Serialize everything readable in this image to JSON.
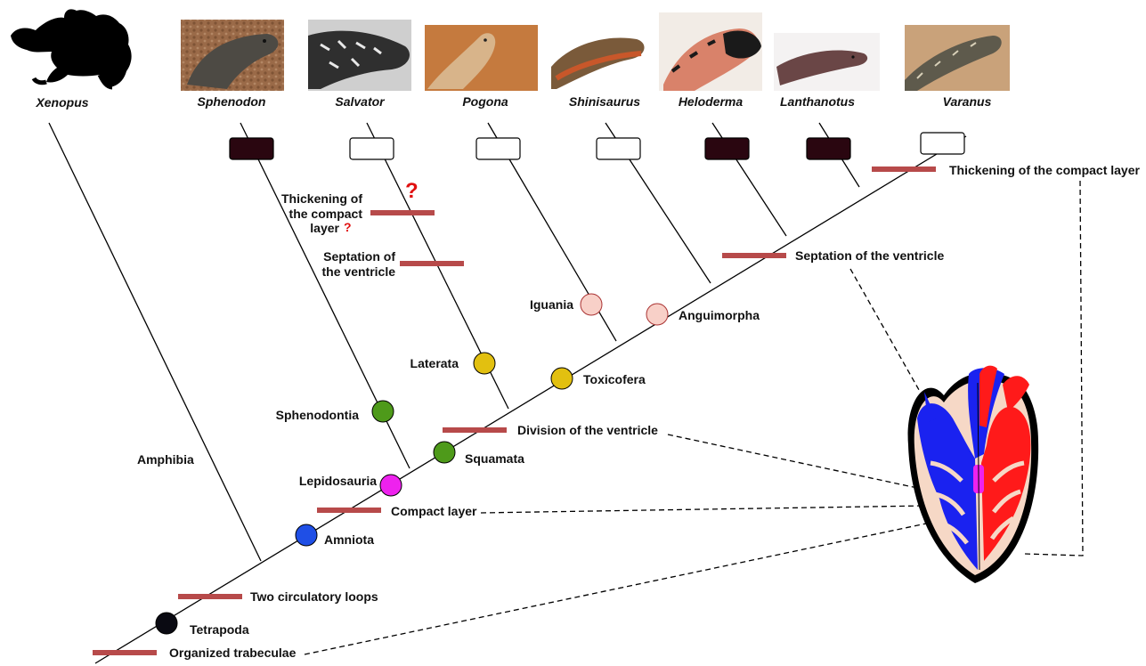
{
  "taxa": [
    "Xenopus",
    "Sphenodon",
    "Salvator",
    "Pogona",
    "Shinisaurus",
    "Heloderma",
    "Lanthanotus",
    "Varanus"
  ],
  "clades": {
    "tetrapoda": "Tetrapoda",
    "amniota": "Amniota",
    "lepidosauria": "Lepidosauria",
    "sphenodontia": "Sphenodontia",
    "squamata": "Squamata",
    "laterata": "Laterata",
    "toxicofera": "Toxicofera",
    "iguania": "Iguania",
    "anguimorpha": "Anguimorpha",
    "amphibia": "Amphibia"
  },
  "traits": {
    "organized_trabeculae": "Organized trabeculae",
    "two_loops": "Two circulatory loops",
    "compact_layer": "Compact layer",
    "division": "Division of the ventricle",
    "septation_varanoid": "Septation of the ventricle",
    "thickening_varanus": "Thickening of the compact layer",
    "thick_salvator_1": "Thickening of",
    "thick_salvator_2": "the compact",
    "thick_salvator_3": "layer",
    "sept_salvator_1": "Septation of",
    "sept_salvator_2": "the ventricle",
    "question": "?"
  },
  "colors": {
    "trait_bar": "#b74a4a",
    "filled_box": "#2a0610",
    "tetrapoda": "#0a0a12",
    "amniota": "#1f4fe6",
    "lepidosauria": "#ee22ee",
    "green": "#4e9a1a",
    "yellow": "#e2c010",
    "pink": "#f8d0c8",
    "heart_blue": "#1a22f0",
    "heart_red": "#ff1a1a",
    "heart_tissue": "#f6d8c6"
  },
  "icons": {
    "frog": "frog-silhouette-icon",
    "heart": "heart-diagram-icon"
  }
}
